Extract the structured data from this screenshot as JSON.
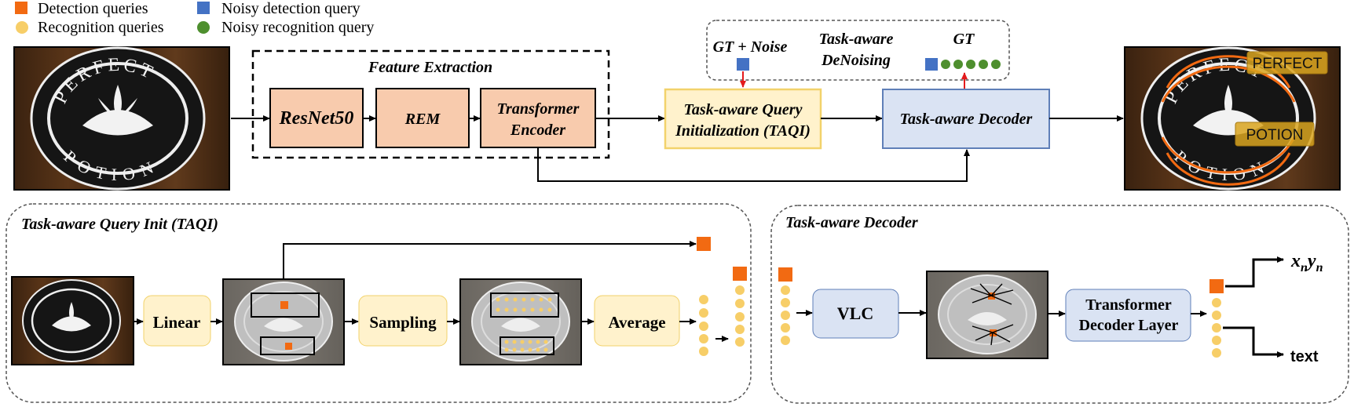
{
  "legend": {
    "detection_queries": "Detection queries",
    "recognition_queries": "Recognition queries",
    "noisy_detection_query": "Noisy detection query",
    "noisy_recognition_query": "Noisy recognition query"
  },
  "top": {
    "feature_extraction_title": "Feature Extraction",
    "resnet_label": "ResNet50",
    "rem_label": "REM",
    "transformer_encoder_line1": "Transformer",
    "transformer_encoder_line2": "Encoder",
    "taqi_line1": "Task-aware Query",
    "taqi_line2": "Initialization (TAQI)",
    "decoder_label": "Task-aware Decoder",
    "gt_noise_label": "GT + Noise",
    "denoising_line1": "Task-aware",
    "denoising_line2": "DeNoising",
    "gt_label": "GT",
    "output_perfect": "PERFECT",
    "output_potion": "POTION"
  },
  "taqi_panel": {
    "title": "Task-aware Query Init (TAQI)",
    "linear_label": "Linear",
    "sampling_label": "Sampling",
    "average_label": "Average"
  },
  "decoder_panel": {
    "title": "Task-aware Decoder",
    "vlc_label": "VLC",
    "tdl_line1": "Transformer",
    "tdl_line2": "Decoder Layer",
    "out_xy": "x",
    "out_xy_sub_n": "n",
    "out_y": "y",
    "out_text": "text"
  },
  "colors": {
    "detection_orange": "#F26A12",
    "recognition_yellow": "#F7CE68",
    "noisy_blue": "#4472C4",
    "noisy_green": "#4E8F2E",
    "backbone_fill": "#F8CBAD",
    "taqi_fill": "#FFF2CC",
    "taqi_stroke": "#F2D26B",
    "decoder_fill": "#DAE3F3",
    "decoder_stroke": "#5F7FB8",
    "red_arrow": "#E31A1C",
    "label_gold": "#D9A520"
  },
  "image_text": {
    "ring_top": "PERFECT",
    "ring_bottom": "POTION"
  }
}
